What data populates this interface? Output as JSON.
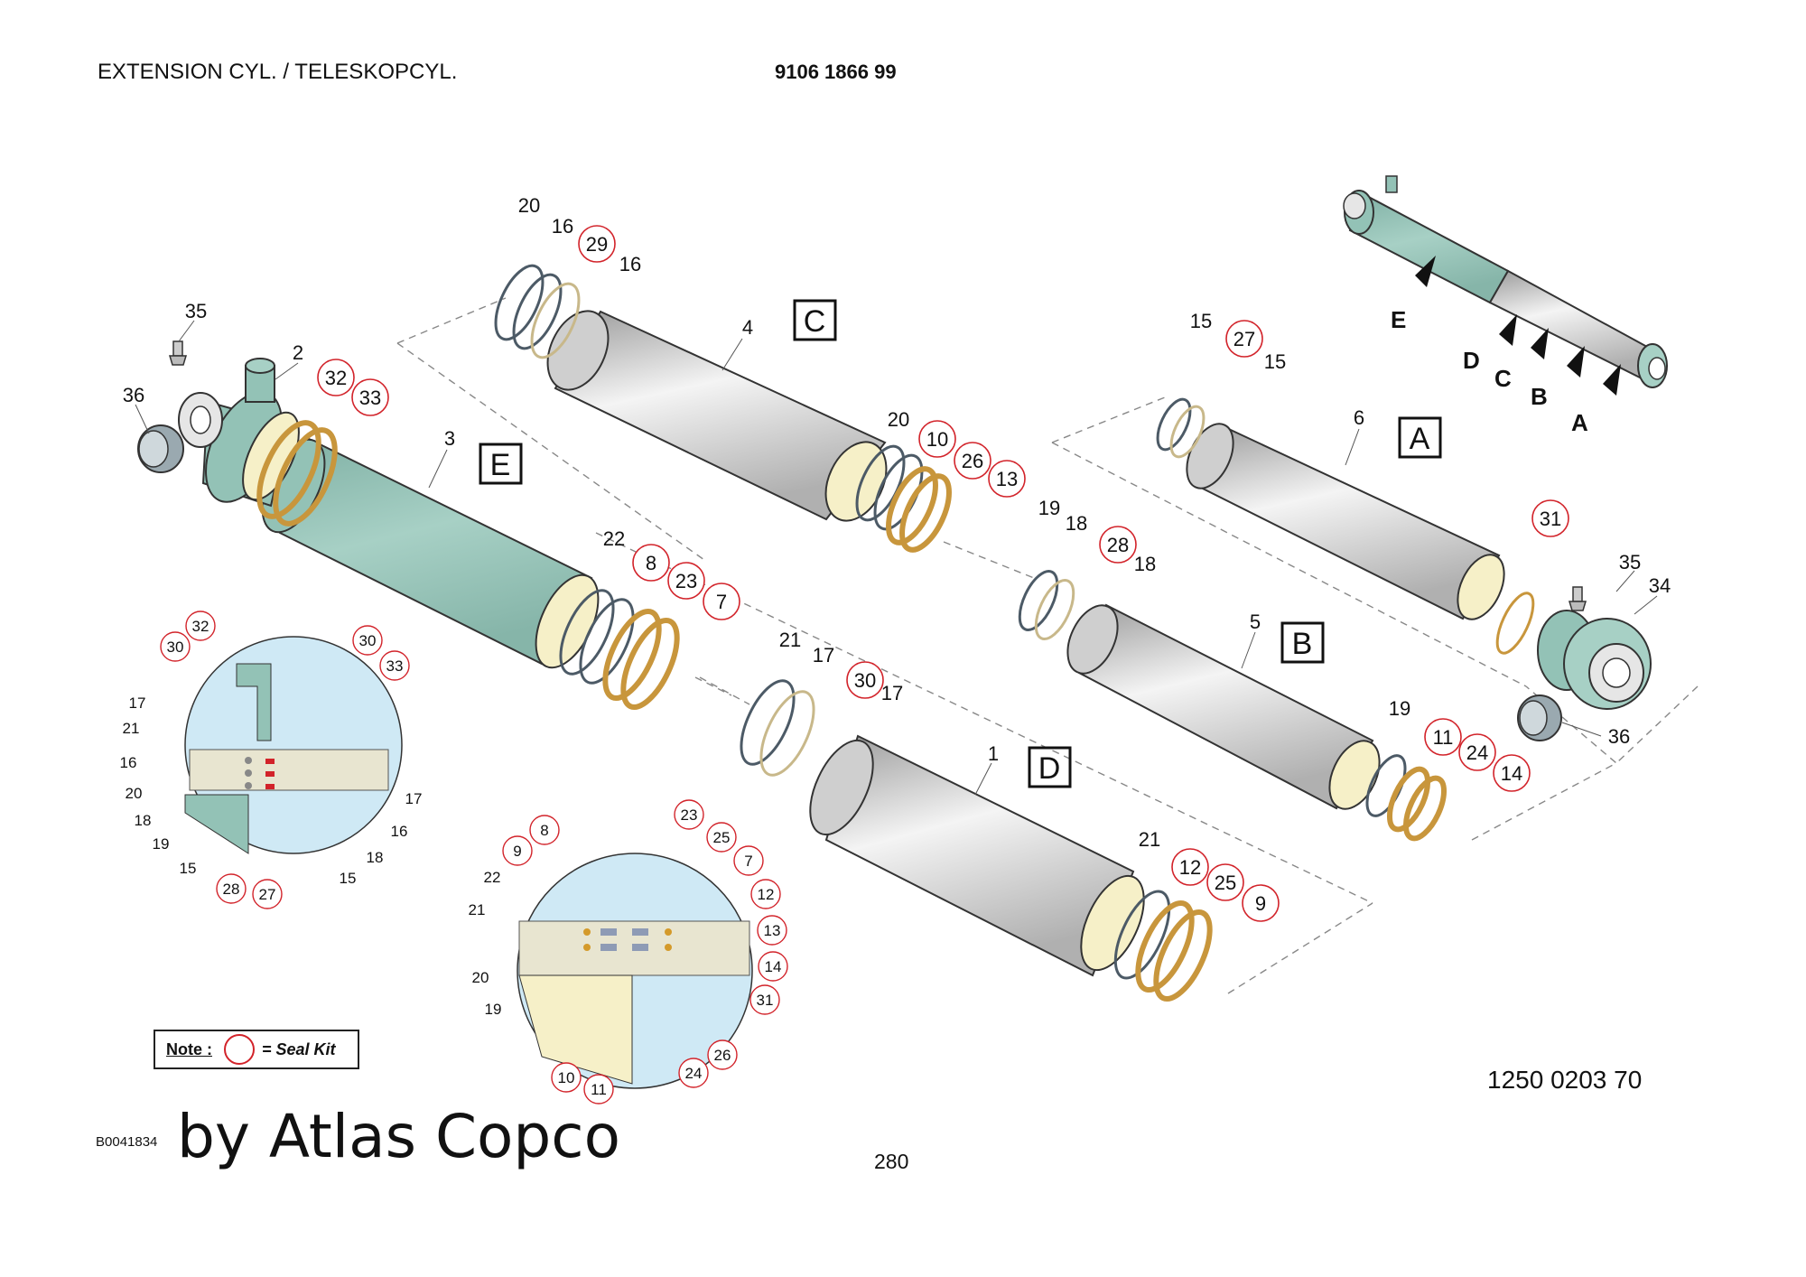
{
  "header": {
    "title": "EXTENSION CYL. / TELESKOPCYL.",
    "part_number": "9106 1866 99"
  },
  "footer": {
    "drawing_number": "1250 0203 70",
    "ref_code": "B0041834",
    "brand": "by Atlas Copco",
    "page_number": "280"
  },
  "note": {
    "label": "Note :",
    "text": "= Seal Kit"
  },
  "colors": {
    "seal_kit_circle": "#d2232a",
    "cylinder_green": "#93c2b6",
    "ring_gold": "#c8963c",
    "tube_gray": "#d8d8d8",
    "inner_yellow": "#f6f0c8"
  },
  "section_labels": [
    "A",
    "B",
    "C",
    "D",
    "E"
  ],
  "overview_pointer_labels": [
    "A",
    "B",
    "C",
    "D",
    "E"
  ],
  "callouts": [
    "1",
    "2",
    "3",
    "4",
    "5",
    "6",
    "7",
    "8",
    "9",
    "10",
    "11",
    "12",
    "13",
    "14",
    "15",
    "16",
    "17",
    "18",
    "19",
    "20",
    "21",
    "22",
    "23",
    "24",
    "25",
    "26",
    "27",
    "28",
    "29",
    "30",
    "31",
    "32",
    "33",
    "34",
    "35",
    "36"
  ],
  "seal_kit_items": [
    "7",
    "8",
    "9",
    "10",
    "11",
    "12",
    "13",
    "14",
    "23",
    "24",
    "25",
    "26",
    "27",
    "28",
    "29",
    "30",
    "31",
    "32",
    "33"
  ]
}
